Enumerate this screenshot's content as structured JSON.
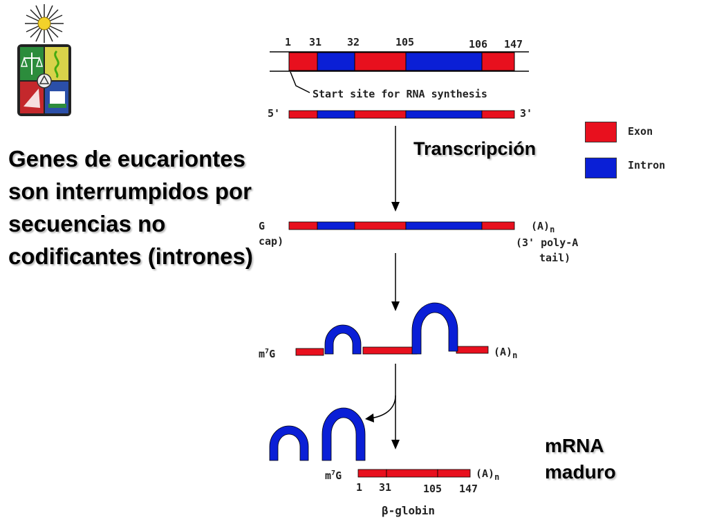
{
  "slide": {
    "title": "Genes de eucariontes son interrumpidos por secuencias no codificantes (intrones)",
    "transcription_label": "Transcripción",
    "mature_mrna_label": "mRNA maduro"
  },
  "legend": {
    "exon_label": "Exon",
    "intron_label": "Intron",
    "exon_color": "#e8101e",
    "intron_color": "#0a1fd6"
  },
  "gene": {
    "positions": [
      "1",
      "31",
      "32",
      "105",
      "106",
      "147"
    ],
    "start_site_label": "Start site for RNA synthesis"
  },
  "primary_transcript": {
    "five_prime": "5'",
    "three_prime": "3'"
  },
  "capped": {
    "cap_partial_1": "G",
    "cap_partial_2": "cap)",
    "poly_a": "(A)n",
    "three_prime_tail_1": "(3' poly-A",
    "three_prime_tail_2": "tail)"
  },
  "splicing": {
    "cap": "m7G",
    "poly_a": "(A)n"
  },
  "mature": {
    "cap": "m7G",
    "poly_a": "(A)n",
    "positions": [
      "1",
      "31",
      "105",
      "147"
    ],
    "gene_name": "β-globin"
  },
  "emblem": {
    "icon": "university-coat-of-arms-icon"
  }
}
